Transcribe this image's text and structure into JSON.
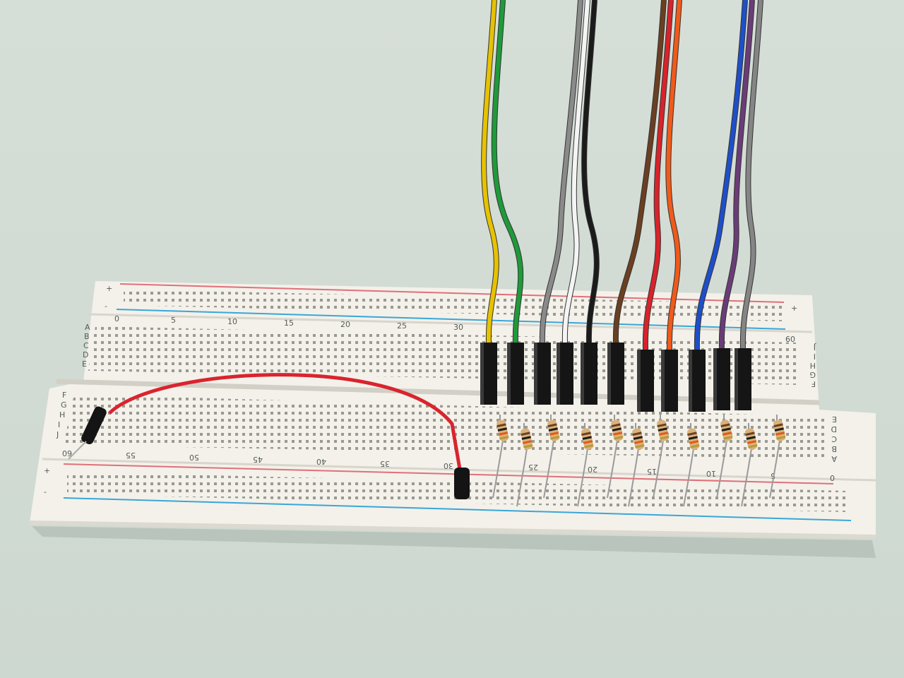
{
  "scene": {
    "background_color": "#d2dcd4",
    "board_color": "#f3f1ea",
    "rail_red": "#e0707a",
    "rail_blue": "#3aa6d8",
    "top_rail_signs": [
      "+",
      "-"
    ],
    "top_numbers": [
      "0",
      "5",
      "10",
      "15",
      "20",
      "25",
      "30"
    ],
    "top_right_number": "60",
    "left_rows_upper": [
      "A",
      "B",
      "C",
      "D",
      "E"
    ],
    "left_rows_lower": [
      "F",
      "G",
      "H",
      "I",
      "J"
    ],
    "right_rows_upper": [
      "J",
      "I",
      "H",
      "G",
      "F"
    ],
    "right_rows_lower": [
      "E",
      "D",
      "C",
      "B",
      "A"
    ],
    "bottom_numbers_left": [
      "60",
      "55",
      "50",
      "45",
      "40",
      "35",
      "30"
    ],
    "bottom_numbers_right": [
      "25",
      "20",
      "15",
      "10",
      "5",
      "0"
    ],
    "wires": [
      {
        "color": "#e6c200"
      },
      {
        "color": "#1f9a3a"
      },
      {
        "color": "#8a8a8a"
      },
      {
        "color": "#f4f4f4"
      },
      {
        "color": "#1b1b1b"
      },
      {
        "color": "#6b3f22"
      },
      {
        "color": "#d8232a"
      },
      {
        "color": "#f05a1a"
      },
      {
        "color": "#1f4fc8"
      },
      {
        "color": "#6a3c78"
      },
      {
        "color": "#858585"
      }
    ],
    "jumper_color": "#d9242e",
    "resistor_count": 11
  }
}
